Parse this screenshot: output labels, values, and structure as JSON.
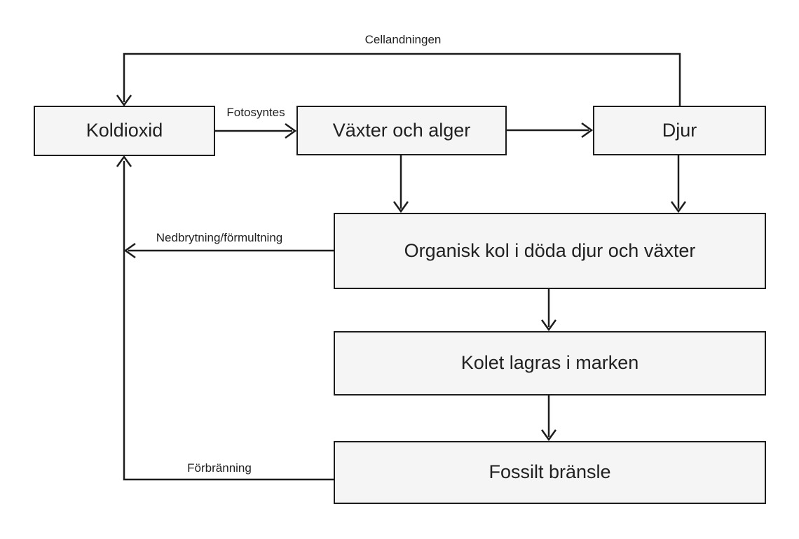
{
  "diagram": {
    "language": "Swedish",
    "topic": "Kolets kretslopp (carbon cycle) flowchart",
    "colors": {
      "background": "#ffffff",
      "node_fill": "#f5f5f5",
      "node_border": "#1c1c1c",
      "line": "#1c1c1c",
      "text": "#212121"
    },
    "nodes": [
      {
        "id": "koldioxid",
        "label": "Koldioxid"
      },
      {
        "id": "vaxter",
        "label": "Växter och alger"
      },
      {
        "id": "djur",
        "label": "Djur"
      },
      {
        "id": "organisk",
        "label": "Organisk kol i döda djur och växter"
      },
      {
        "id": "kolet",
        "label": "Kolet lagras i marken"
      },
      {
        "id": "fossilt",
        "label": "Fossilt bränsle"
      }
    ],
    "edges": [
      {
        "id": "cellandningen",
        "from": "Djur",
        "to": "Koldioxid",
        "label": "Cellandningen"
      },
      {
        "id": "fotosyntes",
        "from": "Koldioxid",
        "to": "Växter och alger",
        "label": "Fotosyntes"
      },
      {
        "id": "vaxter-djur",
        "from": "Växter och alger",
        "to": "Djur",
        "label": ""
      },
      {
        "id": "vaxter-organisk",
        "from": "Växter och alger",
        "to": "Organisk kol i döda djur och växter",
        "label": ""
      },
      {
        "id": "djur-organisk",
        "from": "Djur",
        "to": "Organisk kol i döda djur och växter",
        "label": ""
      },
      {
        "id": "nedbrytning",
        "from": "Organisk kol i döda djur och växter",
        "to": "Koldioxid",
        "label": "Nedbrytning/förmultning"
      },
      {
        "id": "organisk-kolet",
        "from": "Organisk kol i döda djur och växter",
        "to": "Kolet lagras i marken",
        "label": ""
      },
      {
        "id": "kolet-fossilt",
        "from": "Kolet lagras i marken",
        "to": "Fossilt bränsle",
        "label": ""
      },
      {
        "id": "forbranning",
        "from": "Fossilt bränsle",
        "to": "Koldioxid",
        "label": "Förbränning"
      }
    ]
  }
}
